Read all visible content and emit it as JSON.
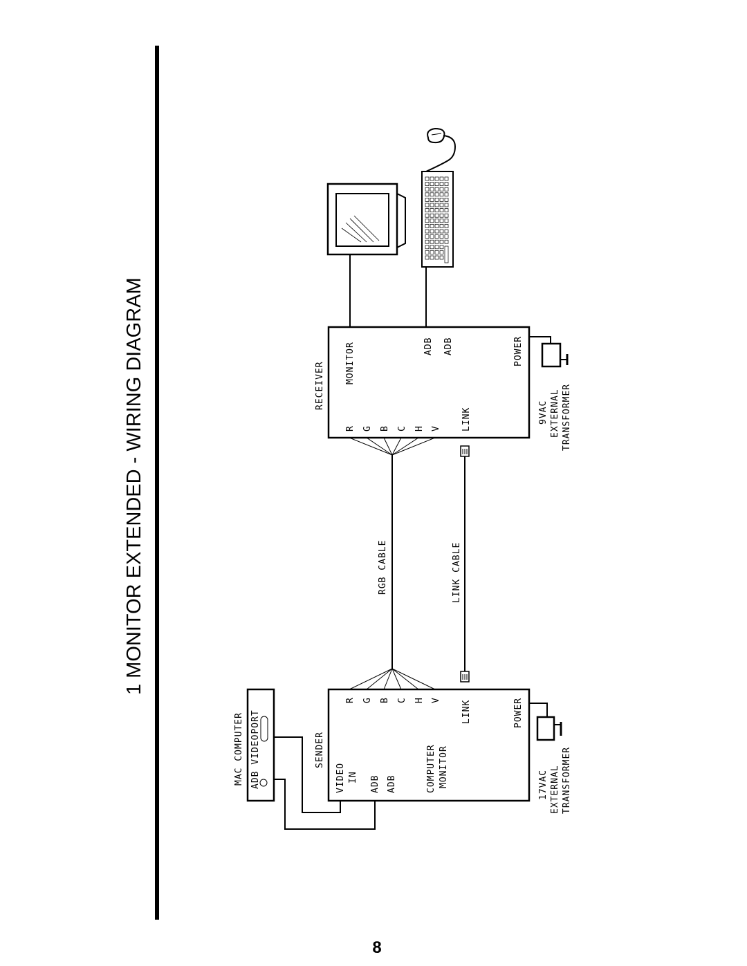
{
  "title": "1 MONITOR EXTENDED - WIRING DIAGRAM",
  "page_number": "8",
  "mac_computer": {
    "label": "MAC COMPUTER",
    "ports": "ADB VIDEOPORT"
  },
  "sender": {
    "title": "SENDER",
    "video_in_1": "VIDEO",
    "video_in_2": "IN",
    "adb_1": "ADB",
    "adb_2": "ADB",
    "computer_monitor_1": "COMPUTER",
    "computer_monitor_2": "MONITOR",
    "pins": [
      "R",
      "G",
      "B",
      "C",
      "H",
      "V"
    ],
    "link": "LINK",
    "power": "POWER"
  },
  "receiver": {
    "title": "RECEIVER",
    "monitor": "MONITOR",
    "adb_1": "ADB",
    "adb_2": "ADB",
    "pins": [
      "R",
      "G",
      "B",
      "C",
      "H",
      "V"
    ],
    "link": "LINK",
    "power": "POWER"
  },
  "cables": {
    "rgb": "RGB CABLE",
    "link": "LINK CABLE"
  },
  "sender_transformer": {
    "line1": "17VAC",
    "line2": "EXTERNAL",
    "line3": "TRANSFORMER"
  },
  "receiver_transformer": {
    "line1": "9VAC",
    "line2": "EXTERNAL",
    "line3": "TRANSFORMER"
  }
}
